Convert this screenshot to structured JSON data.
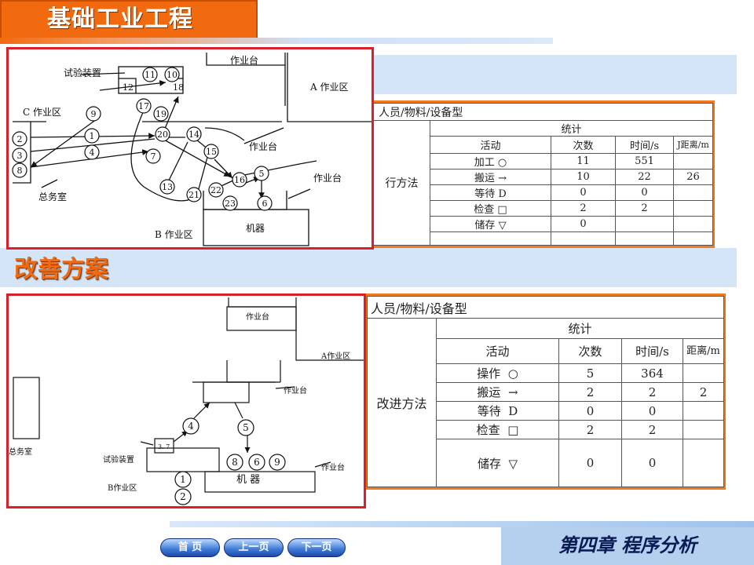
{
  "header": {
    "title": "基础工业工程"
  },
  "section": {
    "improve_title": "改善方案"
  },
  "diagram1": {
    "labels": {
      "test_device": "试验装置",
      "workbench_top": "作业台",
      "zone_a": "A 作业区",
      "zone_c": "C 作业区",
      "workbench_mid": "作业台",
      "workbench_right": "作业台",
      "office": "总务室",
      "zone_b": "B 作业区",
      "machine": "机器"
    },
    "nodes": [
      "11",
      "10",
      "12",
      "18",
      "9",
      "17",
      "19",
      "2",
      "1",
      "20",
      "14",
      "3",
      "4",
      "15",
      "8",
      "7",
      "5",
      "16",
      "13",
      "21",
      "22",
      "23",
      "6"
    ]
  },
  "table1": {
    "header": "人员/物料/设备型",
    "stats": "统计",
    "cols": [
      "活动",
      "次数",
      "时间/s",
      "J距离/m"
    ],
    "method": "行方法",
    "rows": [
      {
        "name": "加工",
        "sym": "○",
        "count": "11",
        "time": "551",
        "dist": ""
      },
      {
        "name": "搬运",
        "sym": "→",
        "count": "10",
        "time": "22",
        "dist": "26"
      },
      {
        "name": "等待",
        "sym": "D",
        "count": "0",
        "time": "0",
        "dist": ""
      },
      {
        "name": "检查",
        "sym": "□",
        "count": "2",
        "time": "2",
        "dist": ""
      },
      {
        "name": "储存",
        "sym": "▽",
        "count": "0",
        "time": "",
        "dist": ""
      }
    ]
  },
  "diagram2": {
    "labels": {
      "workbench_top": "作业台",
      "zone_a": "A作业区",
      "workbench_mid": "作业台",
      "office": "总务室",
      "test_device": "试验装置",
      "box_label": "3. 7",
      "workbench_right": "作业台",
      "zone_b": "B作业区",
      "machine": "机  器"
    },
    "nodes": [
      "4",
      "5",
      "8",
      "6",
      "9",
      "1",
      "2"
    ]
  },
  "table2": {
    "header": "人员/物料/设备型",
    "stats": "统计",
    "cols": [
      "活动",
      "次数",
      "时间/s",
      "距离/m"
    ],
    "method": "改进方法",
    "rows": [
      {
        "name": "操作",
        "sym": "○",
        "count": "5",
        "time": "364",
        "dist": ""
      },
      {
        "name": "搬运",
        "sym": "→",
        "count": "2",
        "time": "2",
        "dist": "2"
      },
      {
        "name": "等待",
        "sym": "D",
        "count": "0",
        "time": "0",
        "dist": ""
      },
      {
        "name": "检查",
        "sym": "□",
        "count": "2",
        "time": "2",
        "dist": ""
      },
      {
        "name": "储存",
        "sym": "▽",
        "count": "0",
        "time": "0",
        "dist": ""
      }
    ]
  },
  "footer": {
    "chapter": "第四章 程序分析",
    "nav": [
      "首 页",
      "上一页",
      "下一页"
    ]
  }
}
